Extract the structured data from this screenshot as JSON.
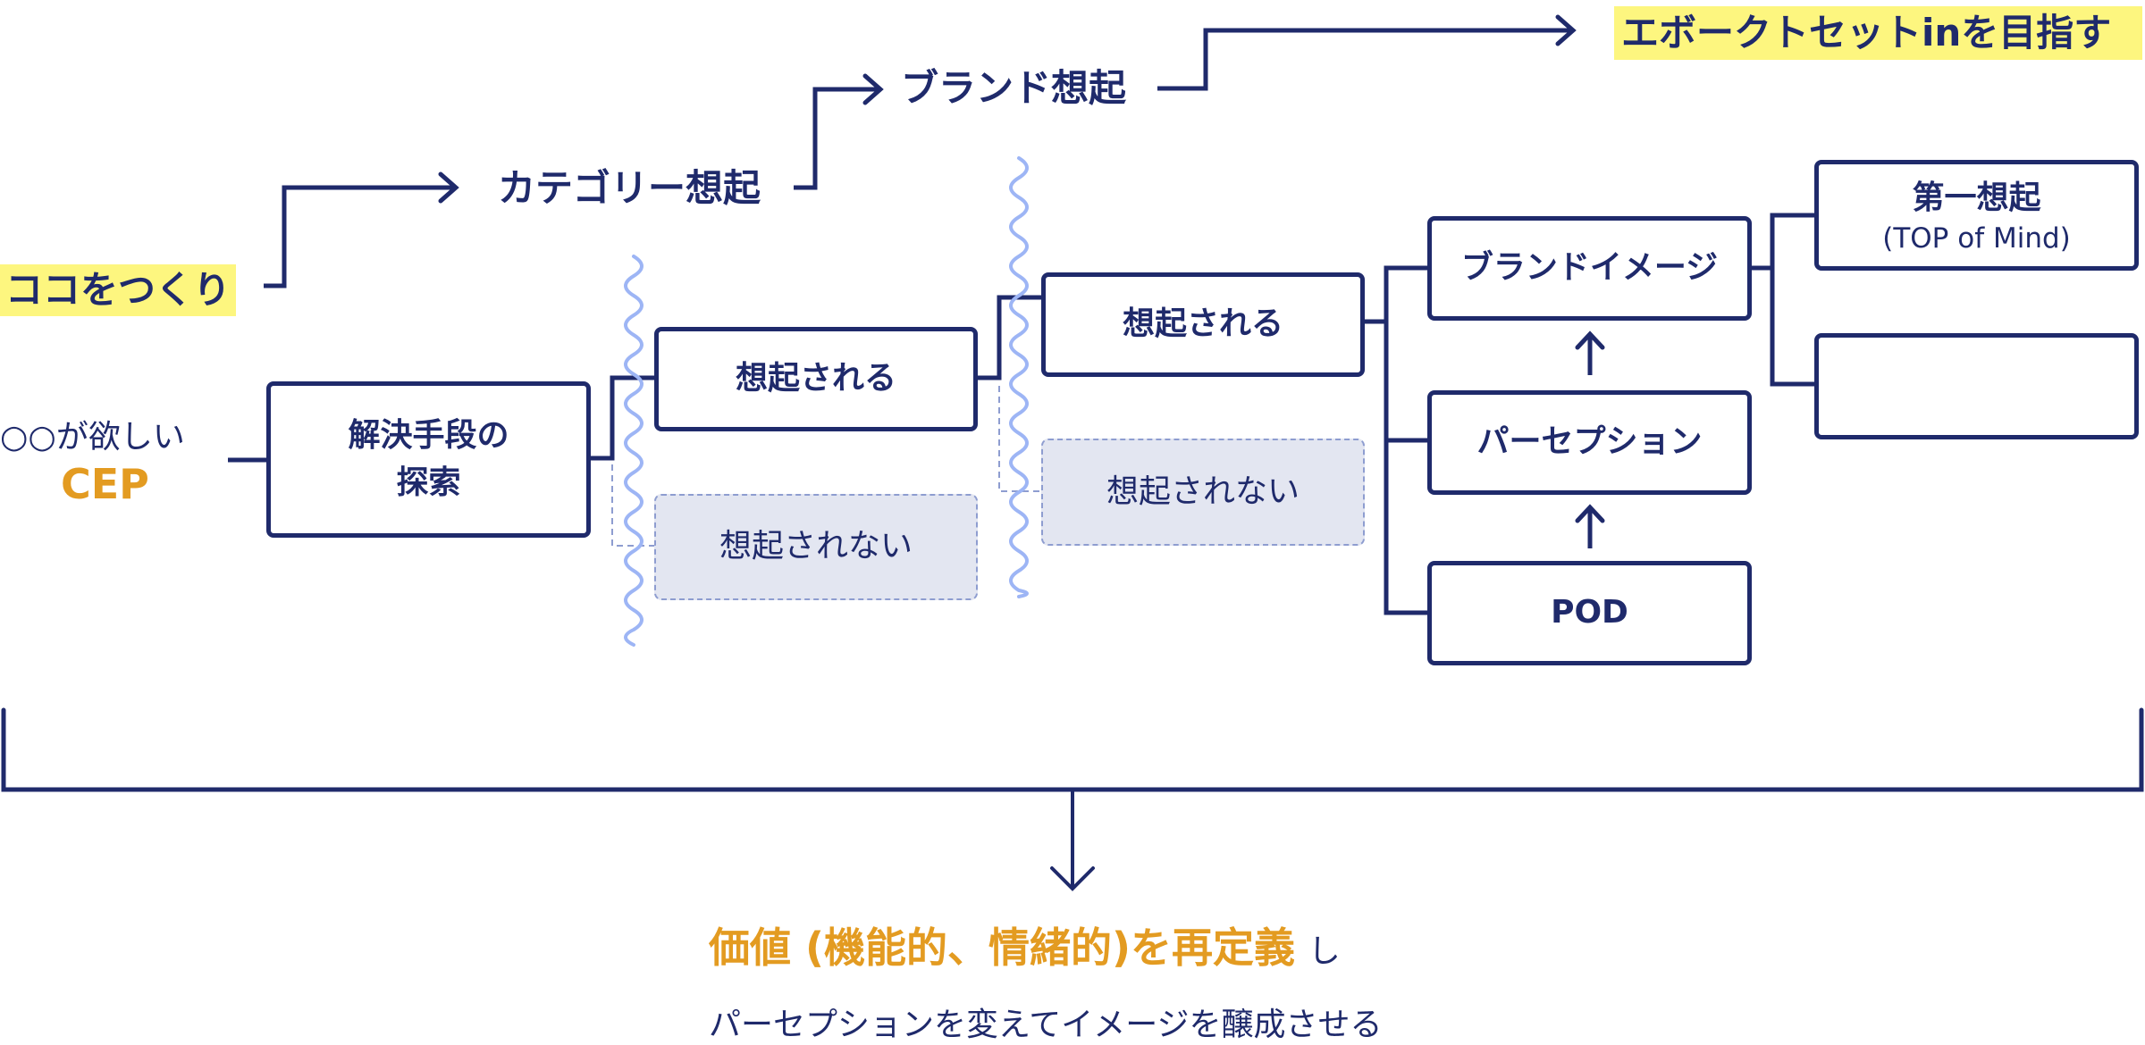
{
  "colors": {
    "navy": "#1f2a6b",
    "orange": "#e39b21",
    "highlight": "#fdf67f",
    "wave": "#9db5f5",
    "neg_fill": "#e3e6f1",
    "neg_border": "#8e9dd0"
  },
  "steps": {
    "start": "ココをつくり",
    "category_recall": "カテゴリー想起",
    "brand_recall": "ブランド想起",
    "goal": "エボークトセットinを目指す"
  },
  "cep": {
    "want": "○○が欲しい",
    "label": "CEP"
  },
  "boxes": {
    "search": [
      "解決手段の",
      "探索"
    ],
    "recalled_1": "想起される",
    "not_recalled_1": "想起されない",
    "recalled_2": "想起される",
    "not_recalled_2": "想起されない",
    "brand_image": "ブランドイメージ",
    "perception": "パーセプション",
    "pod": "POD",
    "top_of_mind": {
      "title": "第一想起",
      "sub": "(TOP of Mind)"
    },
    "empty": ""
  },
  "conclusion": {
    "highlight": "価値 (機能的、情緒的)を再定義",
    "suffix": "し",
    "detail": "パーセプションを変えてイメージを醸成させる"
  }
}
